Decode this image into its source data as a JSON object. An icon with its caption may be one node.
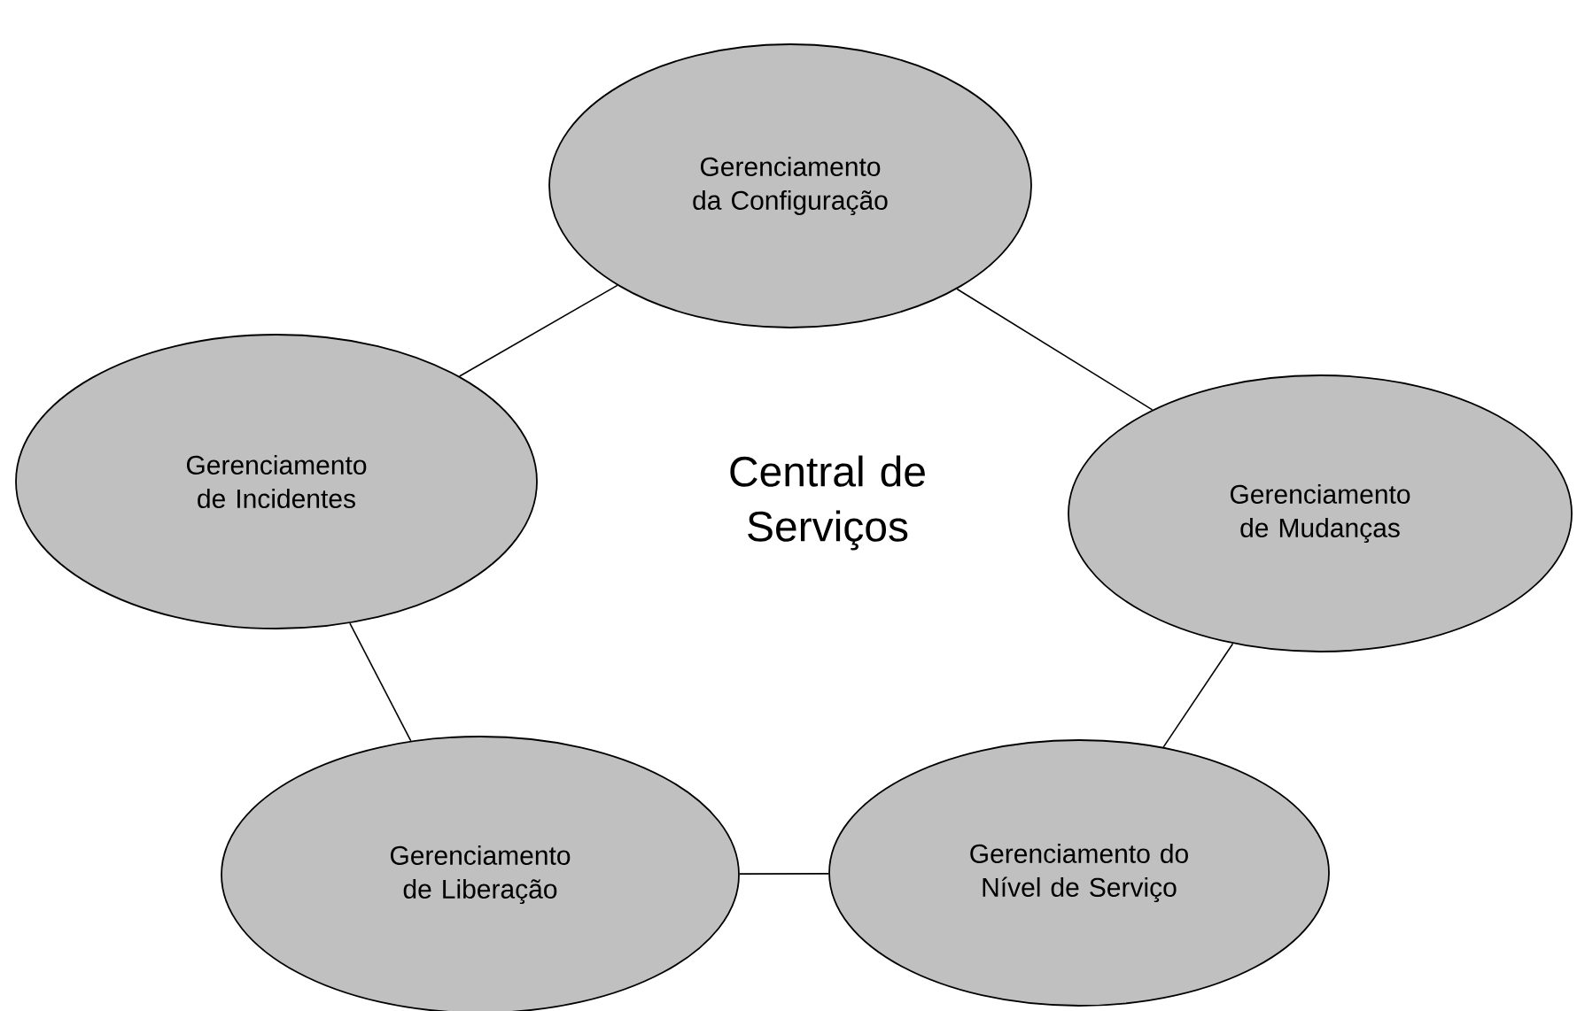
{
  "diagram": {
    "nodes": [
      {
        "text": [
          "Gerenciamento da Configuração"
        ]
      },
      {
        "text": [
          "Gerenciamento de Incidentes"
        ]
      },
      {
        "text": [
          "Gerenciamento de Mudanças"
        ]
      },
      {
        "text": [
          "Gerenciamento de Liberação"
        ]
      },
      {
        "text": [
          "Gerenciamento do Nível de Serviço"
        ]
      }
    ],
    "edges": [
      {
        "from": 0,
        "to": 1,
        "arrow": "none"
      },
      {
        "from": 0,
        "to": 2,
        "arrow": "none"
      },
      {
        "from": 1,
        "to": 3,
        "arrow": "none"
      },
      {
        "from": 2,
        "to": 4,
        "arrow": "none"
      },
      {
        "from": 3,
        "to": 4,
        "arrow": "none"
      }
    ],
    "labels": [
      "Central de Serviços"
    ]
  }
}
